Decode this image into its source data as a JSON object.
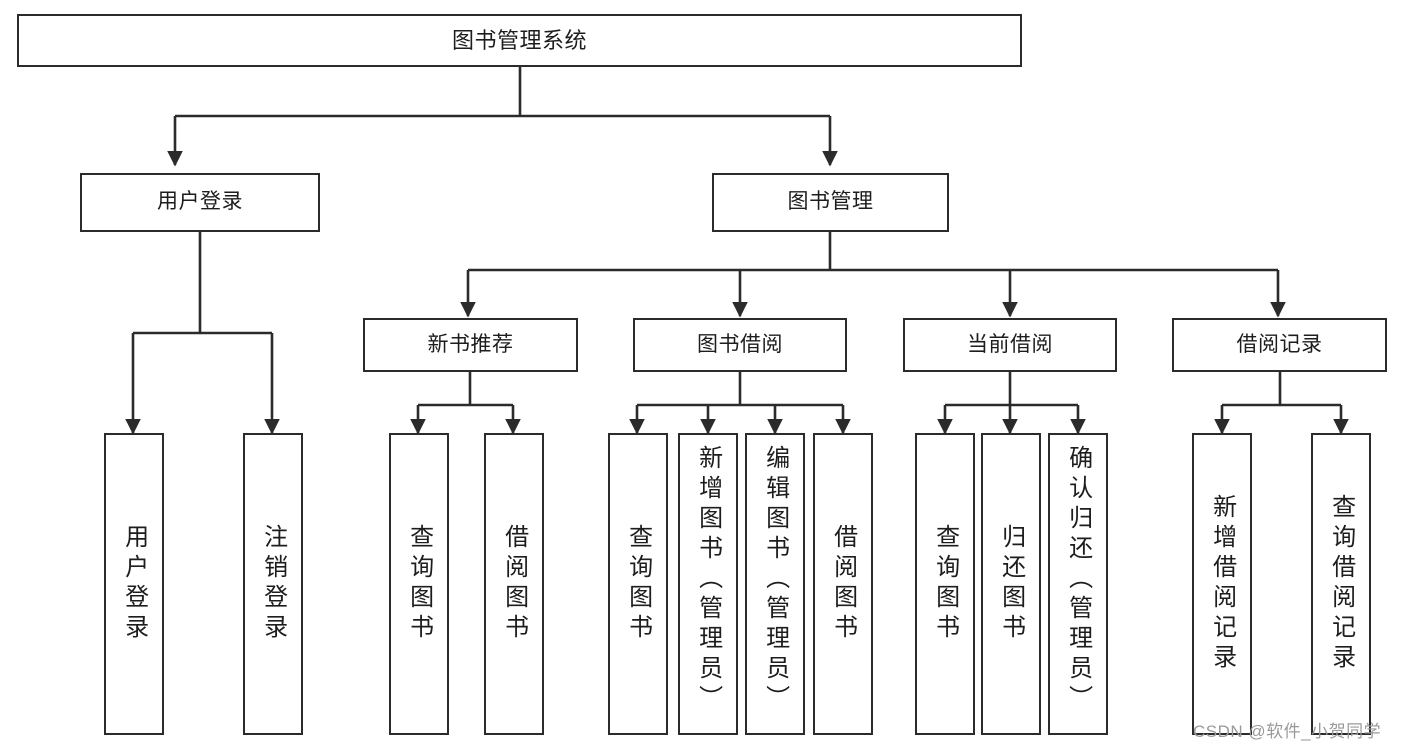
{
  "diagram": {
    "title": "图书管理系统",
    "type": "tree-hierarchy-diagram",
    "watermark": "CSDN @软件_小贺同学",
    "colors": {
      "stroke": "#2b2b2b",
      "fill": "#ffffff",
      "text": "#1d1d1d",
      "watermark": "#9a9a9a"
    },
    "root": {
      "label": "图书管理系统"
    },
    "level1": [
      {
        "label": "用户登录"
      },
      {
        "label": "图书管理"
      }
    ],
    "level2": [
      {
        "label": "新书推荐"
      },
      {
        "label": "图书借阅"
      },
      {
        "label": "当前借阅"
      },
      {
        "label": "借阅记录"
      }
    ],
    "leaves": {
      "user_login": [
        {
          "label": "用户登录"
        },
        {
          "label": "注销登录"
        }
      ],
      "new_book_recommend": [
        {
          "label": "查询图书"
        },
        {
          "label": "借阅图书"
        }
      ],
      "book_borrow": [
        {
          "label": "查询图书"
        },
        {
          "label": "新增图书（管理员）"
        },
        {
          "label": "编辑图书（管理员）"
        },
        {
          "label": "借阅图书"
        }
      ],
      "current_borrow": [
        {
          "label": "查询图书"
        },
        {
          "label": "归还图书"
        },
        {
          "label": "确认归还（管理员）"
        }
      ],
      "borrow_record": [
        {
          "label": "新增借阅记录"
        },
        {
          "label": "查询借阅记录"
        }
      ]
    }
  }
}
